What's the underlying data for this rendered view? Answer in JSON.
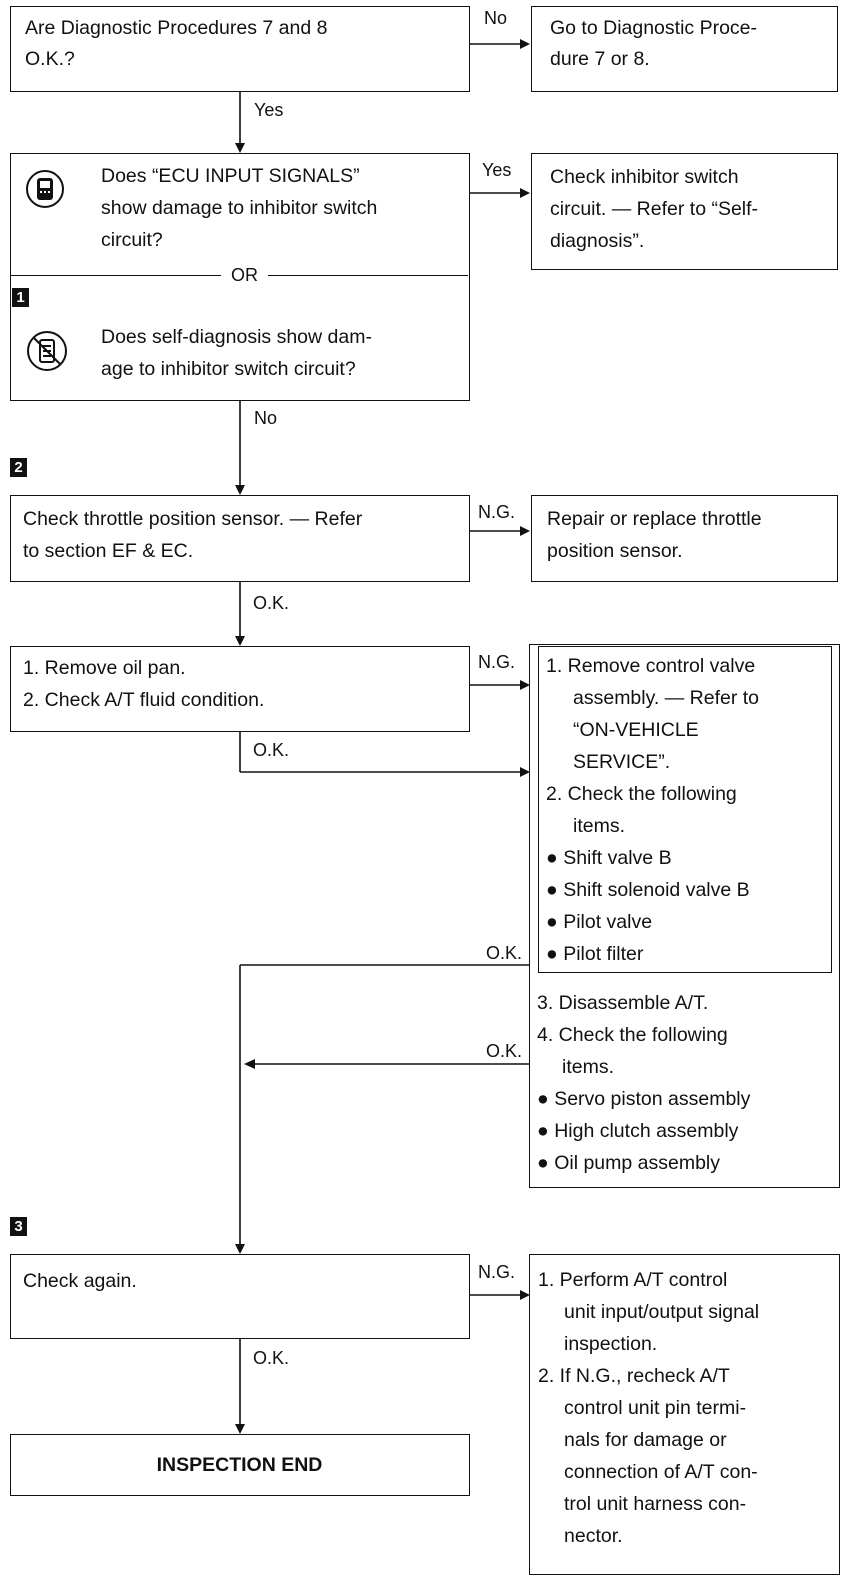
{
  "colors": {
    "ink": "#111111",
    "paper": "#ffffff"
  },
  "q1": {
    "lines": [
      "Are Diagnostic Procedures 7 and 8",
      "O.K.?"
    ]
  },
  "r1": {
    "lines": [
      "Go to Diagnostic Proce-",
      "dure 7 or 8."
    ]
  },
  "q2": {
    "icon_top": "consult-tester-icon",
    "icon_bottom": "no-tester-icon",
    "top_lines": [
      "Does “ECU INPUT SIGNALS”",
      "show damage to inhibitor switch",
      "circuit?"
    ],
    "or": "OR",
    "bottom_lines": [
      "Does self-diagnosis show dam-",
      "age to inhibitor switch circuit?"
    ]
  },
  "r2": {
    "lines": [
      "Check inhibitor switch",
      "circuit. — Refer to “Self-",
      "diagnosis”."
    ]
  },
  "q3": {
    "lines": [
      "Check throttle position sensor. — Refer",
      "to section EF & EC."
    ]
  },
  "r3": {
    "lines": [
      "Repair or replace throttle",
      "position sensor."
    ]
  },
  "q4": {
    "lines": [
      "1. Remove oil pan.",
      "2. Check A/T fluid condition."
    ]
  },
  "r4": {
    "inner_lines": [
      "1. Remove control valve",
      "assembly. — Refer to",
      "“ON-VEHICLE",
      "SERVICE”.",
      "2. Check the following",
      "items.",
      "● Shift valve B",
      "● Shift solenoid valve B",
      "● Pilot valve",
      "● Pilot filter"
    ],
    "outer_lines": [
      "3. Disassemble A/T.",
      "4. Check the following",
      "items.",
      "● Servo piston assembly",
      "● High clutch assembly",
      "● Oil pump assembly"
    ]
  },
  "q5": {
    "lines": [
      "Check again."
    ]
  },
  "r5": {
    "lines": [
      "1. Perform A/T control",
      "unit input/output signal",
      "inspection.",
      "2. If N.G., recheck A/T",
      "control unit pin termi-",
      "nals for damage or",
      "connection of A/T con-",
      "trol unit harness con-",
      "nector."
    ]
  },
  "end": {
    "label": "INSPECTION END"
  },
  "steps": [
    "1",
    "2",
    "3"
  ],
  "edges": {
    "no": "No",
    "yes": "Yes",
    "ng": "N.G.",
    "ok": "O.K."
  }
}
